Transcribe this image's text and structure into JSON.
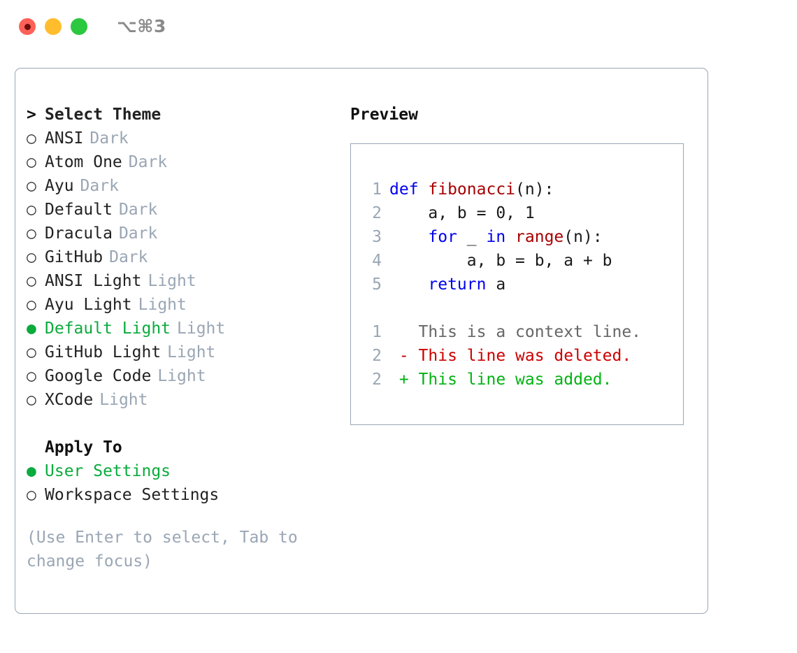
{
  "window": {
    "shortcut_label": "⌥⌘3",
    "traffic_lights": [
      {
        "name": "close",
        "color": "#ff6159"
      },
      {
        "name": "minimize",
        "color": "#ffbd2e"
      },
      {
        "name": "maximize",
        "color": "#2bc840"
      }
    ]
  },
  "colors": {
    "accent_selected": "#0bab3d",
    "muted": "#9aa6b4",
    "keyword": "#0000ee",
    "function": "#a80000",
    "diff_add": "#00b312",
    "diff_del": "#cc0000",
    "border": "#9aa6b4"
  },
  "theme_list": {
    "header": {
      "marker": ">",
      "label": "Select Theme"
    },
    "items": [
      {
        "marker": "○",
        "label": "ANSI",
        "variant": "Dark",
        "selected": false
      },
      {
        "marker": "○",
        "label": "Atom One",
        "variant": "Dark",
        "selected": false
      },
      {
        "marker": "○",
        "label": "Ayu",
        "variant": "Dark",
        "selected": false
      },
      {
        "marker": "○",
        "label": "Default",
        "variant": "Dark",
        "selected": false
      },
      {
        "marker": "○",
        "label": "Dracula",
        "variant": "Dark",
        "selected": false
      },
      {
        "marker": "○",
        "label": "GitHub",
        "variant": "Dark",
        "selected": false
      },
      {
        "marker": "○",
        "label": "ANSI Light",
        "variant": "Light",
        "selected": false
      },
      {
        "marker": "○",
        "label": "Ayu Light",
        "variant": "Light",
        "selected": false
      },
      {
        "marker": "●",
        "label": "Default Light",
        "variant": "Light",
        "selected": true
      },
      {
        "marker": "○",
        "label": "GitHub Light",
        "variant": "Light",
        "selected": false
      },
      {
        "marker": "○",
        "label": "Google Code",
        "variant": "Light",
        "selected": false
      },
      {
        "marker": "○",
        "label": "XCode",
        "variant": "Light",
        "selected": false
      }
    ]
  },
  "apply_to": {
    "title": "Apply To",
    "options": [
      {
        "marker": "●",
        "label": "User Settings",
        "selected": true
      },
      {
        "marker": "○",
        "label": "Workspace Settings",
        "selected": false
      }
    ]
  },
  "hint": "(Use Enter to select, Tab to change focus)",
  "preview": {
    "title": "Preview",
    "code_lines": [
      {
        "num": "1",
        "tokens": [
          {
            "t": "def ",
            "c": "kw"
          },
          {
            "t": "fibonacci",
            "c": "fn"
          },
          {
            "t": "(n):",
            "c": "plain"
          }
        ]
      },
      {
        "num": "2",
        "tokens": [
          {
            "t": "    a, b = 0, 1",
            "c": "plain"
          }
        ]
      },
      {
        "num": "3",
        "tokens": [
          {
            "t": "    ",
            "c": "plain"
          },
          {
            "t": "for",
            "c": "kw"
          },
          {
            "t": " _ ",
            "c": "plain"
          },
          {
            "t": "in",
            "c": "kw"
          },
          {
            "t": " ",
            "c": "plain"
          },
          {
            "t": "range",
            "c": "fn"
          },
          {
            "t": "(n):",
            "c": "plain"
          }
        ]
      },
      {
        "num": "4",
        "tokens": [
          {
            "t": "        a, b = b, a + b",
            "c": "plain"
          }
        ]
      },
      {
        "num": "5",
        "tokens": [
          {
            "t": "    ",
            "c": "plain"
          },
          {
            "t": "return",
            "c": "kw"
          },
          {
            "t": " a",
            "c": "plain"
          }
        ]
      }
    ],
    "diff_lines": [
      {
        "num": "1",
        "tokens": [
          {
            "t": "   This is a context line.",
            "c": "ctx"
          }
        ]
      },
      {
        "num": "2",
        "tokens": [
          {
            "t": " - This line was deleted.",
            "c": "del"
          }
        ]
      },
      {
        "num": "2",
        "tokens": [
          {
            "t": " + This line was added.",
            "c": "add"
          }
        ]
      }
    ]
  }
}
